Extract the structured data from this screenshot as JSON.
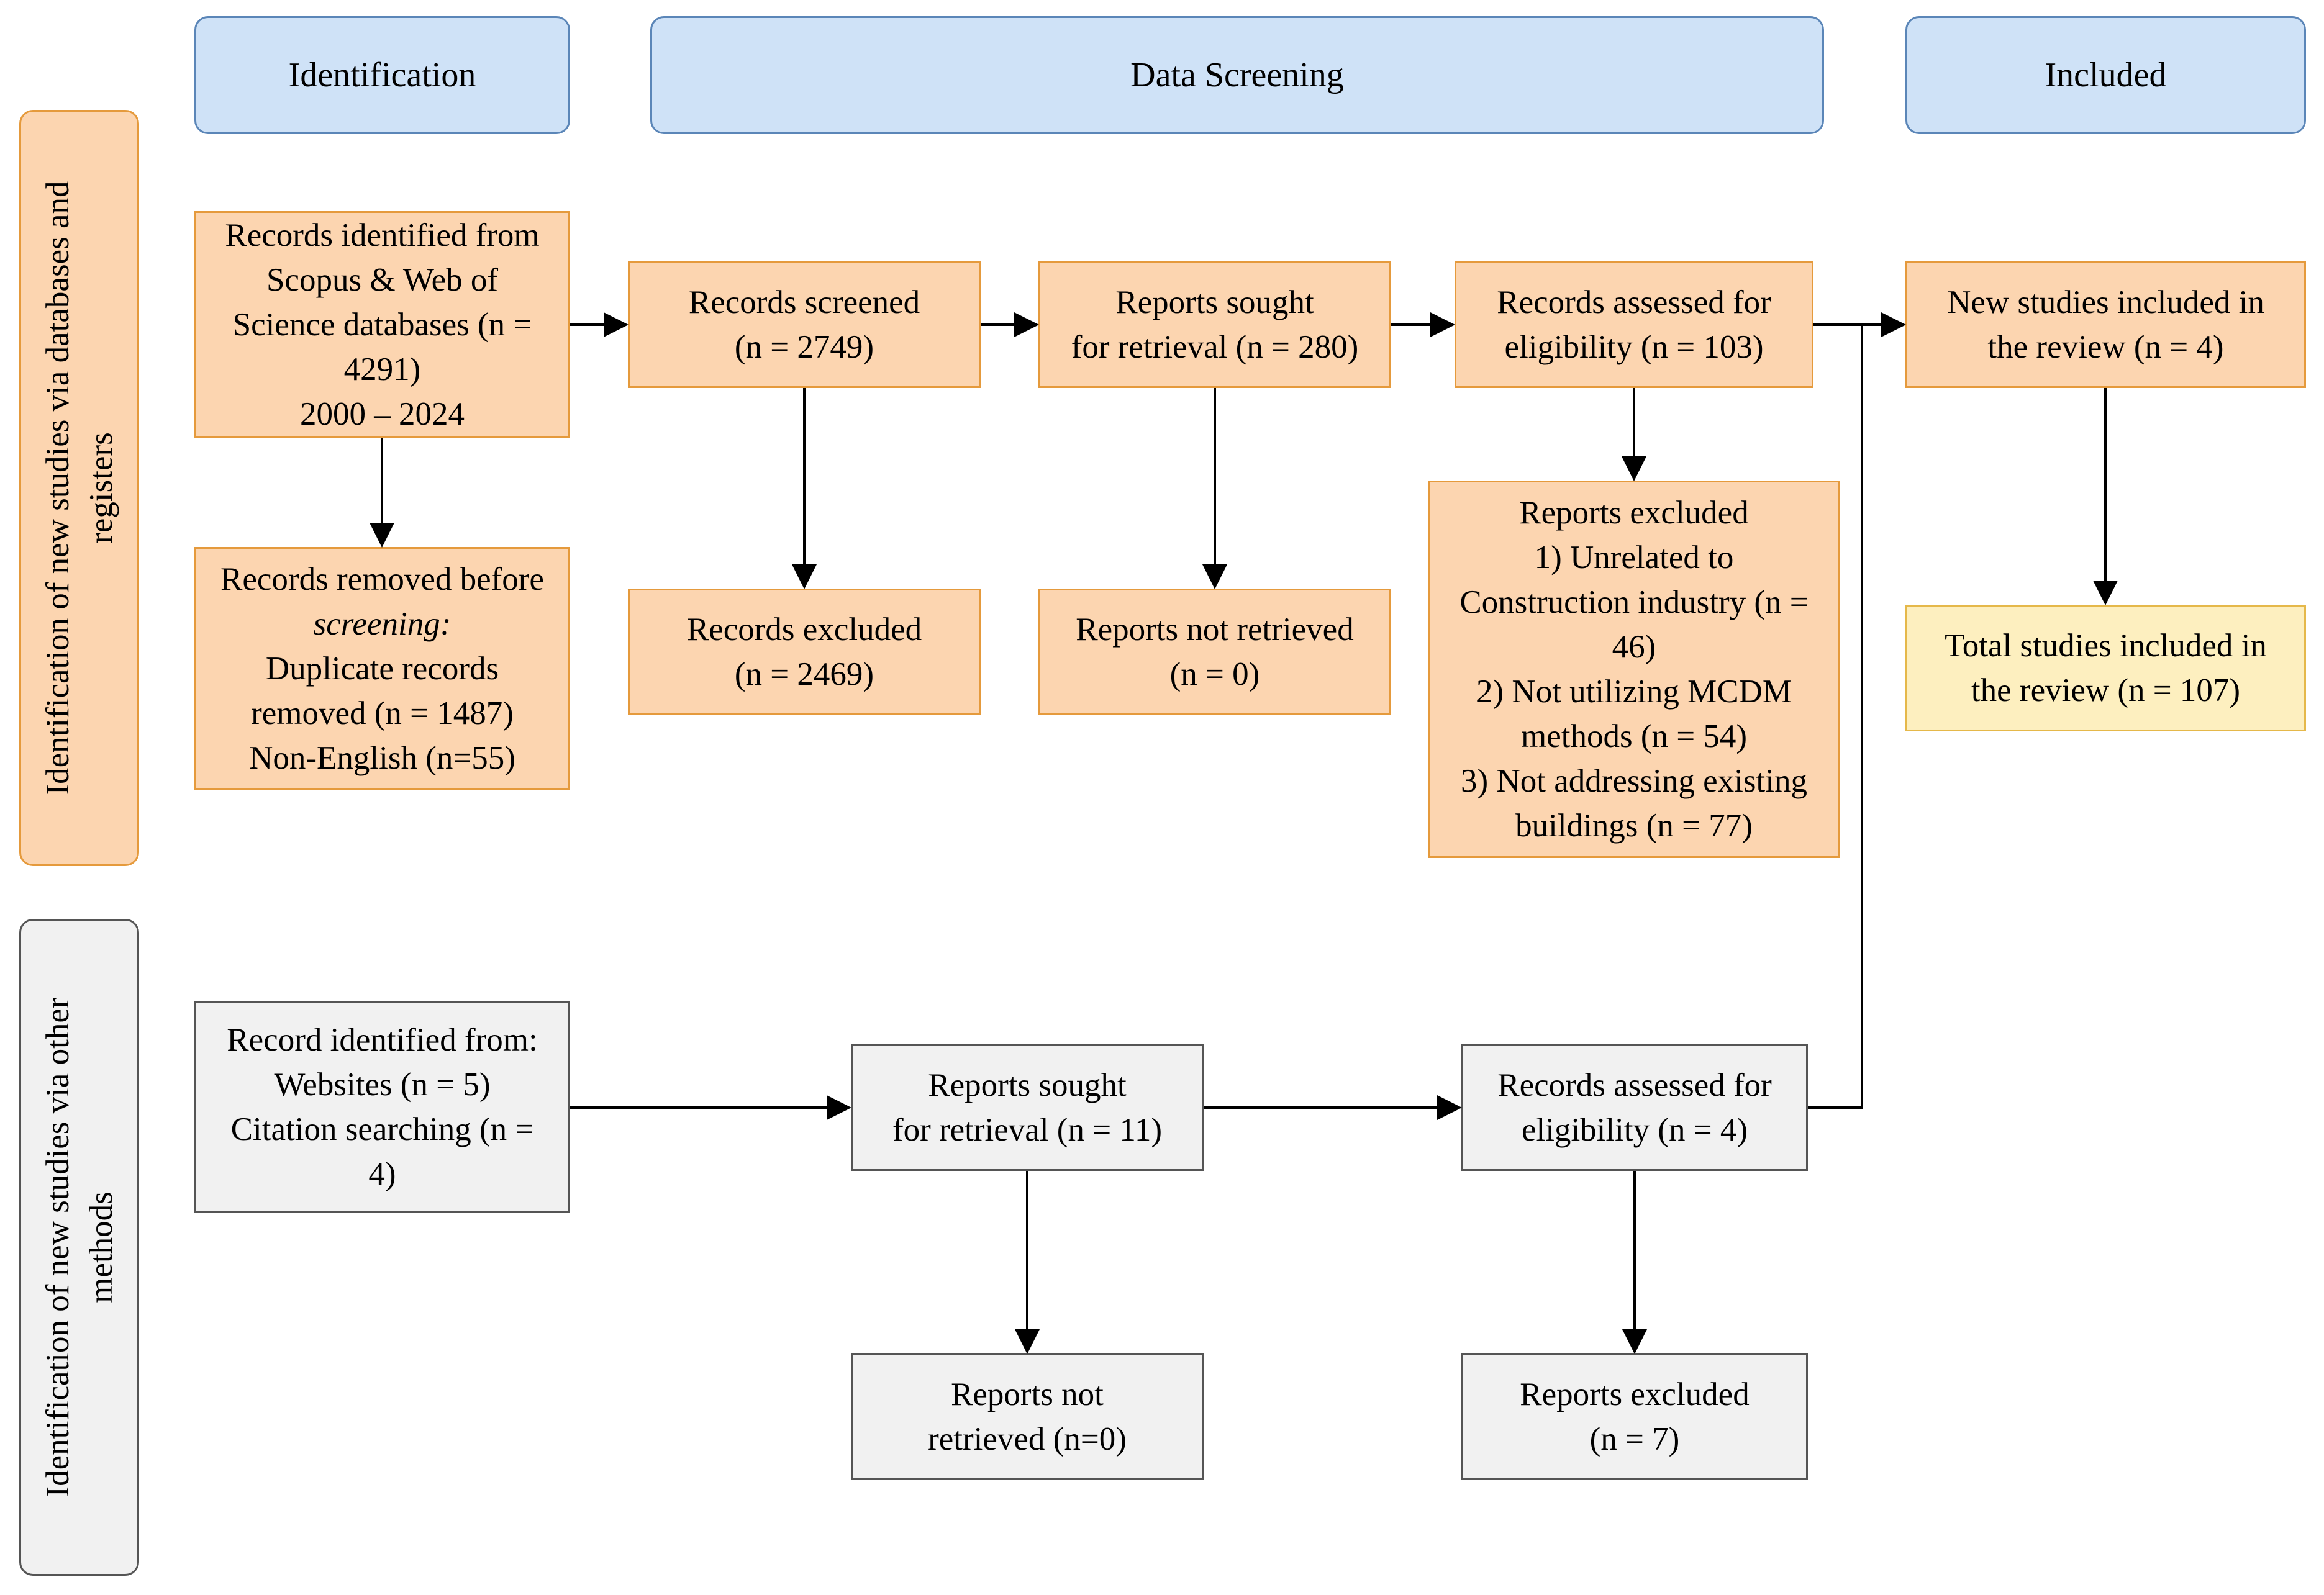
{
  "headers": {
    "identification": "Identification",
    "screening": "Data Screening",
    "included": "Included"
  },
  "side_labels": {
    "databases": [
      "Identification of new  studies via databases and",
      "registers"
    ],
    "other": [
      "Identification of new studies via other",
      "methods"
    ]
  },
  "databases": {
    "identified": [
      "Records identified from",
      "Scopus & Web of",
      "Science databases (n =",
      "4291)",
      "2000 – 2024"
    ],
    "removed": {
      "line1": "Records removed before",
      "line2": "screening:",
      "line3": "Duplicate records",
      "line4": "removed (n = 1487)",
      "line5": "Non-English (n=55)"
    },
    "screened": [
      "Records screened",
      "(n = 2749)"
    ],
    "screen_excluded": [
      "Records excluded",
      "(n = 2469)"
    ],
    "sought": [
      "Reports sought",
      "for retrieval (n = 280)"
    ],
    "not_retrieved": [
      "Reports not retrieved",
      "(n = 0)"
    ],
    "assessed": [
      "Records assessed for",
      "eligibility (n = 103)"
    ],
    "reports_excluded": [
      "Reports excluded",
      "1) Unrelated to",
      "Construction industry (n =",
      "46)",
      "2) Not utilizing MCDM",
      "methods (n = 54)",
      "3) Not addressing existing",
      "buildings (n = 77)"
    ],
    "new_included": [
      "New studies included in",
      "the review (n = 4)"
    ],
    "total_included": [
      "Total studies included in",
      "the review (n = 107)"
    ]
  },
  "other": {
    "identified": [
      "Record identified from:",
      "Websites (n = 5)",
      "Citation searching (n =",
      "4)"
    ],
    "sought": [
      "Reports sought",
      "for retrieval (n = 11)"
    ],
    "not_retrieved": [
      "Reports not",
      "retrieved (n=0)"
    ],
    "assessed": [
      "Records assessed for",
      "eligibility (n = 4)"
    ],
    "excluded": [
      "Reports excluded",
      "(n = 7)"
    ]
  },
  "colors": {
    "header_fill": "#cfe2f7",
    "orange_fill": "#fcd5b0",
    "yellow_fill": "#fdefbf",
    "gray_fill": "#f1f1f1"
  }
}
